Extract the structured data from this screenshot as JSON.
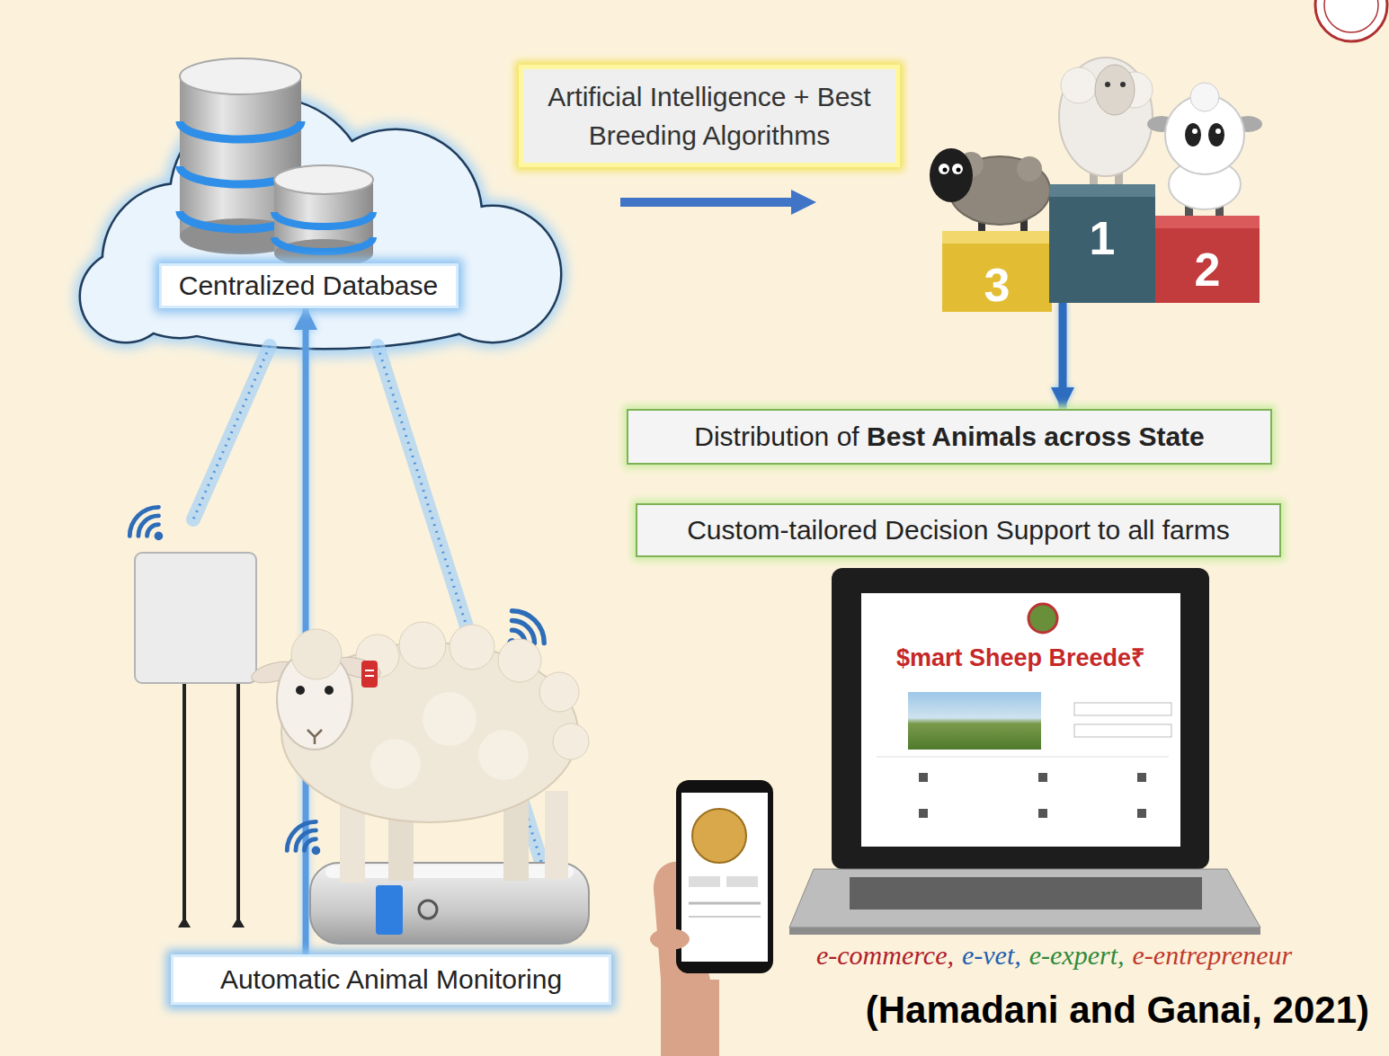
{
  "diagram": {
    "caption": "(Hamadani and Ganai, 2021)",
    "nodes": [
      {
        "text": [
          "Centralized Database"
        ]
      },
      {
        "text": [
          "Artificial Intelligence + Best Breeding Algorithms"
        ]
      },
      {
        "text": [
          "3"
        ]
      },
      {
        "text": [
          "1"
        ]
      },
      {
        "text": [
          "2"
        ]
      },
      {
        "text": [
          "Distribution of",
          "Best Animals across State"
        ]
      },
      {
        "text": [
          "Custom-tailored Decision Support to all farms"
        ]
      },
      {
        "text": [
          "Automatic Animal Monitoring"
        ]
      }
    ],
    "edges": [
      {
        "from": 7,
        "to": 0,
        "arrow": "to"
      },
      {
        "from": 3,
        "to": 5,
        "arrow": "to"
      }
    ],
    "labels": [
      "$mart Sheep Breede₹",
      "e-commerce,",
      "e-vet,",
      "e-expert,",
      "e-entrepreneur"
    ]
  }
}
